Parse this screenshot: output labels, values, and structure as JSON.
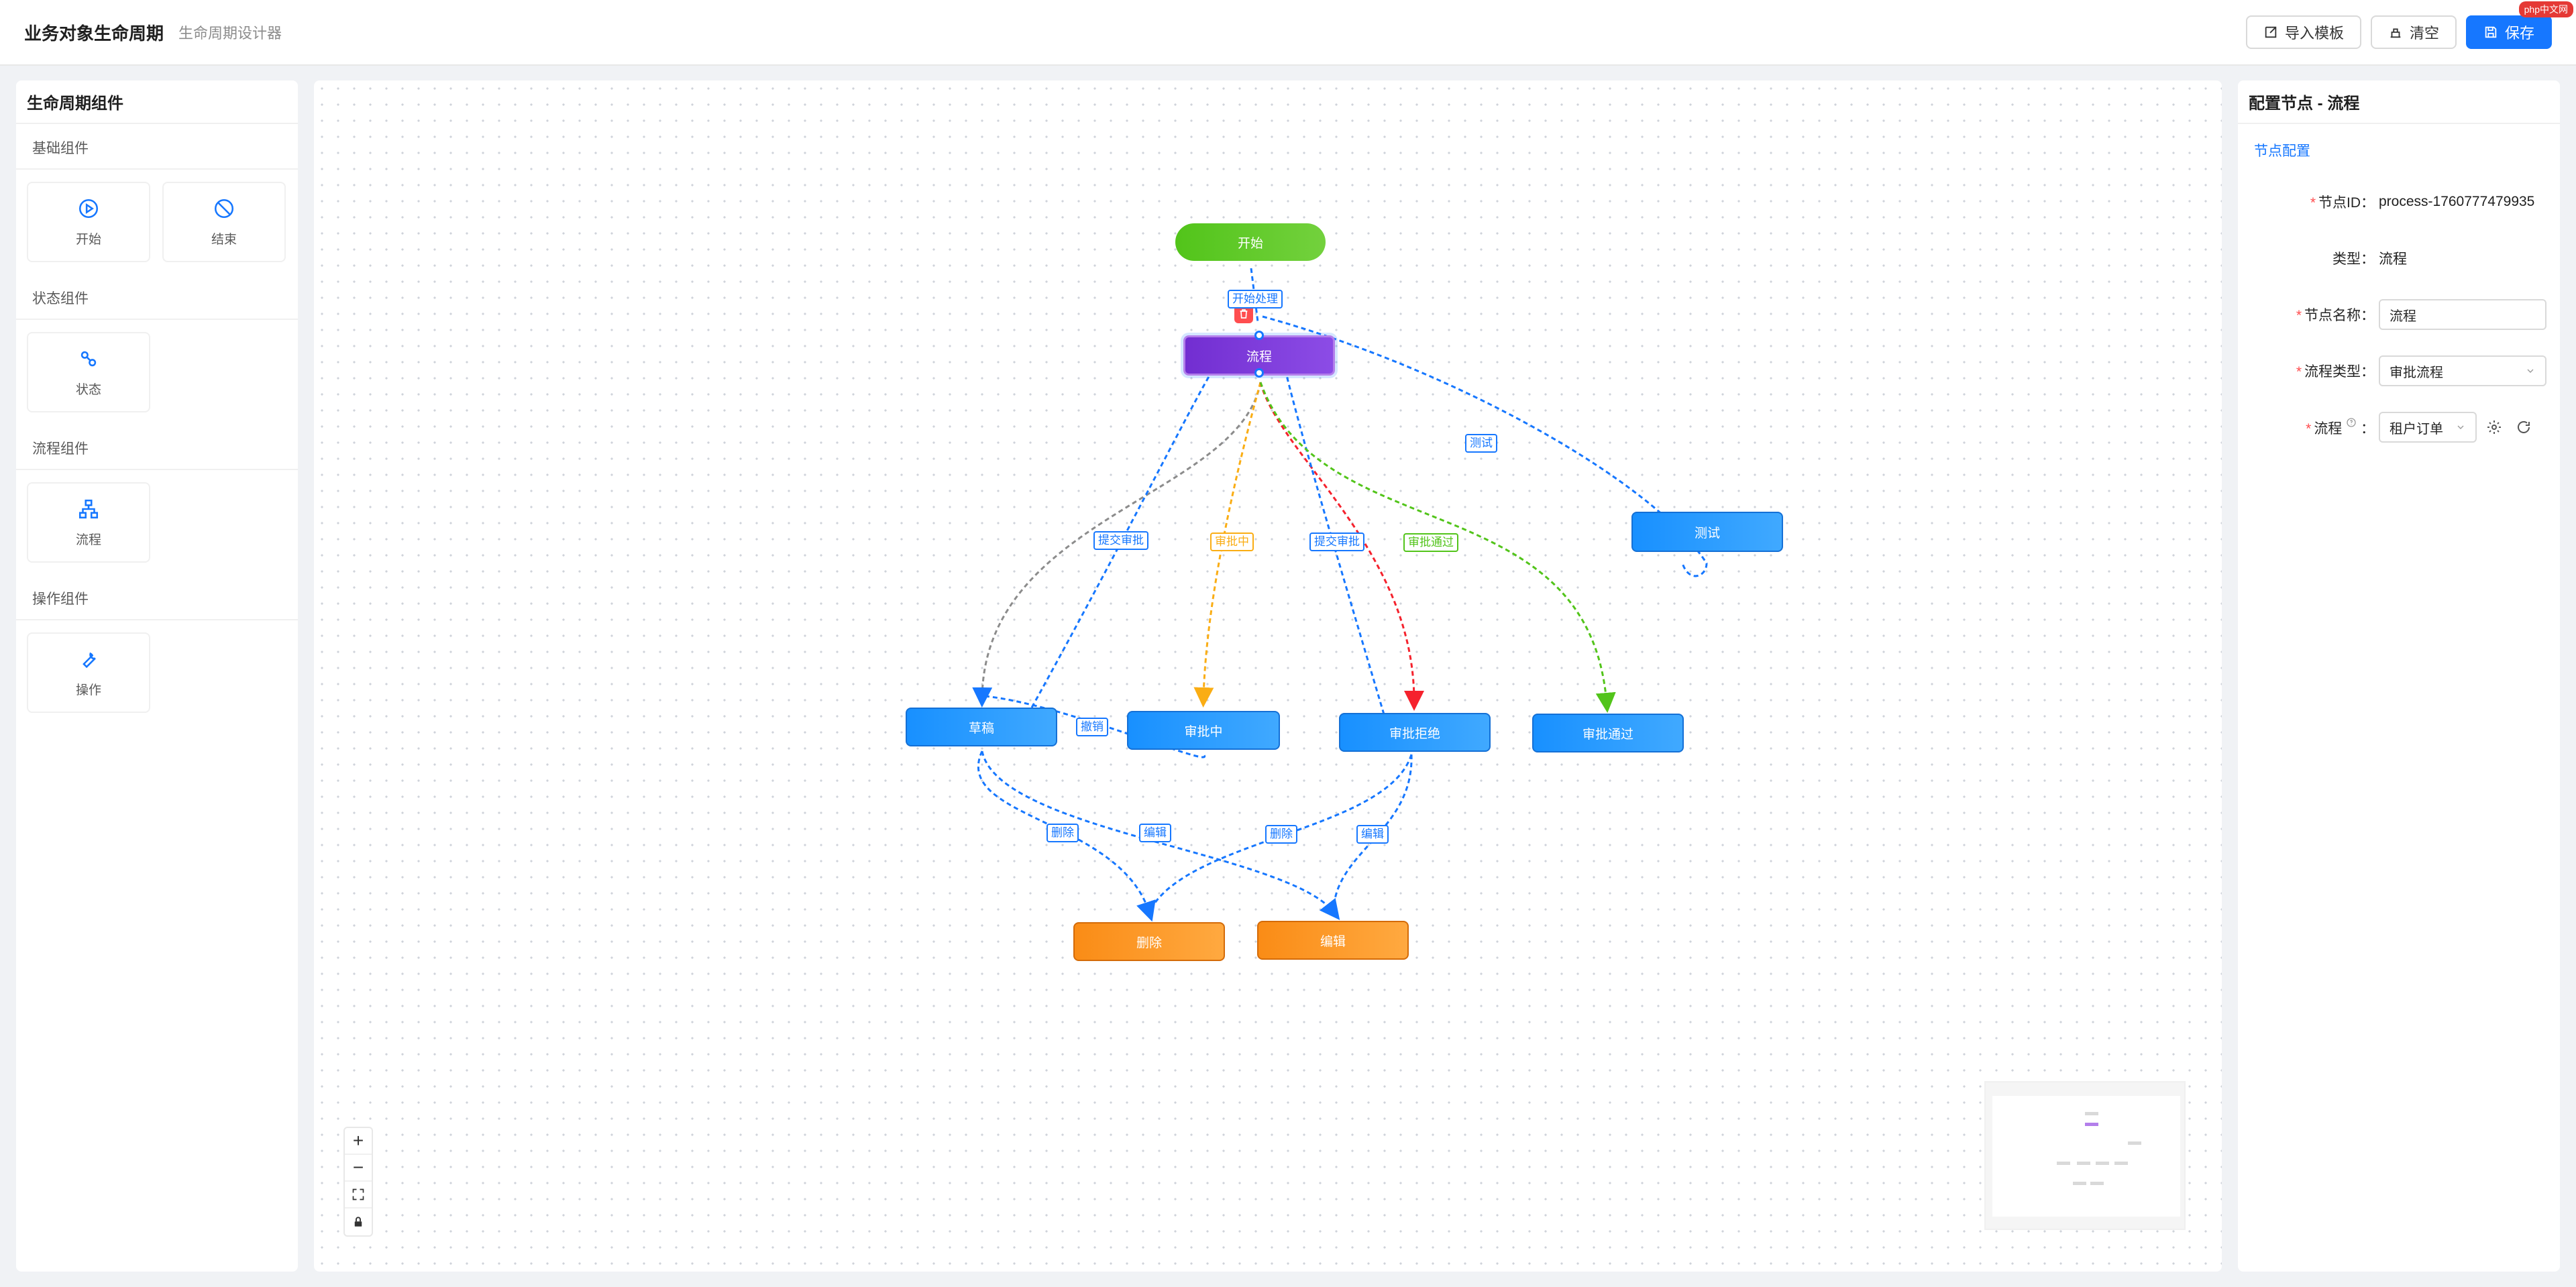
{
  "header": {
    "title": "业务对象生命周期",
    "subtitle": "生命周期设计器",
    "import_label": "导入模板",
    "clear_label": "清空",
    "save_label": "保存"
  },
  "left_panel": {
    "title": "生命周期组件",
    "sections": [
      {
        "title": "基础组件",
        "items": [
          "开始",
          "结束"
        ]
      },
      {
        "title": "状态组件",
        "items": [
          "状态"
        ]
      },
      {
        "title": "流程组件",
        "items": [
          "流程"
        ]
      },
      {
        "title": "操作组件",
        "items": [
          "操作"
        ]
      }
    ]
  },
  "canvas": {
    "nodes": {
      "start": "开始",
      "process": "流程",
      "test": "测试",
      "draft": "草稿",
      "reviewing": "审批中",
      "rejected": "审批拒绝",
      "approved": "审批通过",
      "delete": "删除",
      "edit": "编辑"
    },
    "edges": {
      "start_process": "开始处理",
      "test": "测试",
      "submit_1": "提交审批",
      "reviewing": "审批中",
      "submit_2": "提交审批",
      "approved": "审批通过",
      "withdraw": "撤销",
      "delete_1": "删除",
      "edit_1": "编辑",
      "delete_2": "删除",
      "edit_2": "编辑"
    },
    "edge_colors": {
      "blue": "#1677ff",
      "orange": "#faad14",
      "red": "#f5222d",
      "green": "#52c41a",
      "gray": "#8c8c8c"
    },
    "zoom_controls": [
      "+",
      "−",
      "fit-icon",
      "lock-icon"
    ]
  },
  "right_panel": {
    "title": "配置节点 - 流程",
    "tab": "节点配置",
    "fields": {
      "node_id_label": "节点ID：",
      "node_id_value": "process-1760777479935",
      "type_label": "类型：",
      "type_value": "流程",
      "name_label": "节点名称：",
      "name_value": "流程",
      "process_type_label": "流程类型：",
      "process_type_value": "审批流程",
      "process_label": "流程",
      "process_colon": "：",
      "process_value": "租户订单"
    }
  },
  "watermark": "php中文网"
}
